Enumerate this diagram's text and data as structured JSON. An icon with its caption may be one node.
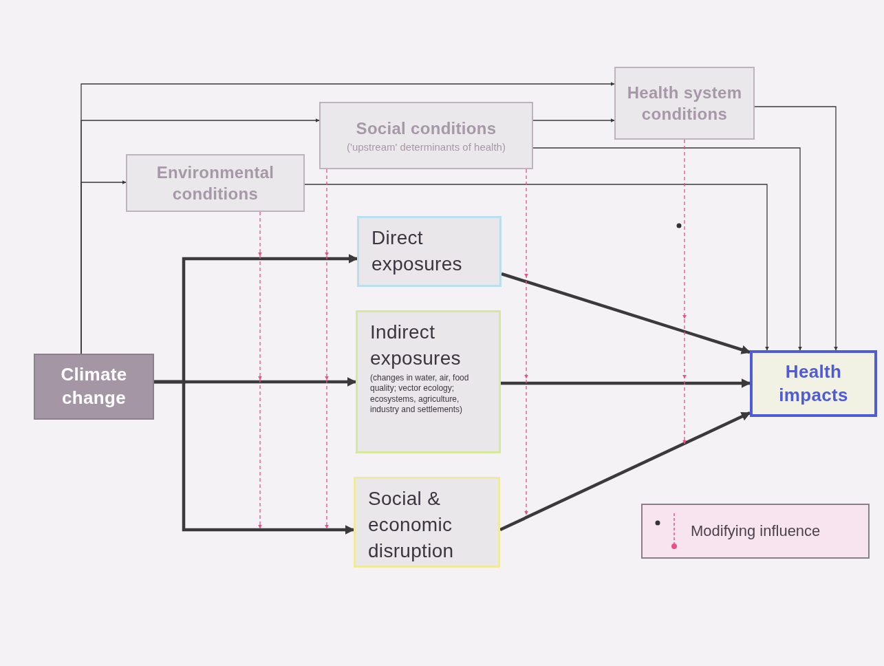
{
  "diagram": {
    "nodes": [
      {
        "text": [
          "Health system conditions"
        ]
      },
      {
        "text": [
          "Social conditions",
          "('upstream' determinants of health)"
        ]
      },
      {
        "text": [
          "Environmental conditions"
        ]
      },
      {
        "text": [
          "Direct exposures"
        ]
      },
      {
        "text": [
          "Indirect exposures",
          "(changes in water, air, food quality; vector ecology; ecosystems, agriculture, industry and settlements)"
        ]
      },
      {
        "text": [
          "Social & economic disruption"
        ]
      },
      {
        "text": [
          "Climate change"
        ]
      },
      {
        "text": [
          "Health impacts"
        ]
      }
    ],
    "edges": [
      {
        "from": 6,
        "to": 0,
        "arrow": "to"
      },
      {
        "from": 6,
        "to": 1,
        "arrow": "to"
      },
      {
        "from": 6,
        "to": 2,
        "arrow": "to"
      },
      {
        "from": 1,
        "to": 0,
        "arrow": "to"
      },
      {
        "from": 0,
        "to": 7,
        "arrow": "to"
      },
      {
        "from": 1,
        "to": 7,
        "arrow": "to"
      },
      {
        "from": 2,
        "to": 7,
        "arrow": "to"
      },
      {
        "from": 6,
        "to": 3,
        "arrow": "to",
        "style": "thick"
      },
      {
        "from": 6,
        "to": 4,
        "arrow": "to",
        "style": "thick"
      },
      {
        "from": 6,
        "to": 5,
        "arrow": "to",
        "style": "thick"
      },
      {
        "from": 3,
        "to": 7,
        "arrow": "to",
        "style": "thick"
      },
      {
        "from": 4,
        "to": 7,
        "arrow": "to",
        "style": "thick"
      },
      {
        "from": 5,
        "to": 7,
        "arrow": "to",
        "style": "thick"
      },
      {
        "from": 2,
        "to": null,
        "arrow": "to",
        "style": "dashed",
        "color": "#e8508a"
      },
      {
        "from": 1,
        "to": null,
        "arrow": "to",
        "style": "dashed",
        "color": "#e8508a"
      },
      {
        "from": 1,
        "to": null,
        "arrow": "to",
        "style": "dashed",
        "color": "#e8508a"
      },
      {
        "from": 0,
        "to": null,
        "arrow": "to",
        "style": "dashed",
        "color": "#e8508a"
      }
    ],
    "legend": [
      {
        "text": "Modifying influence"
      }
    ]
  }
}
